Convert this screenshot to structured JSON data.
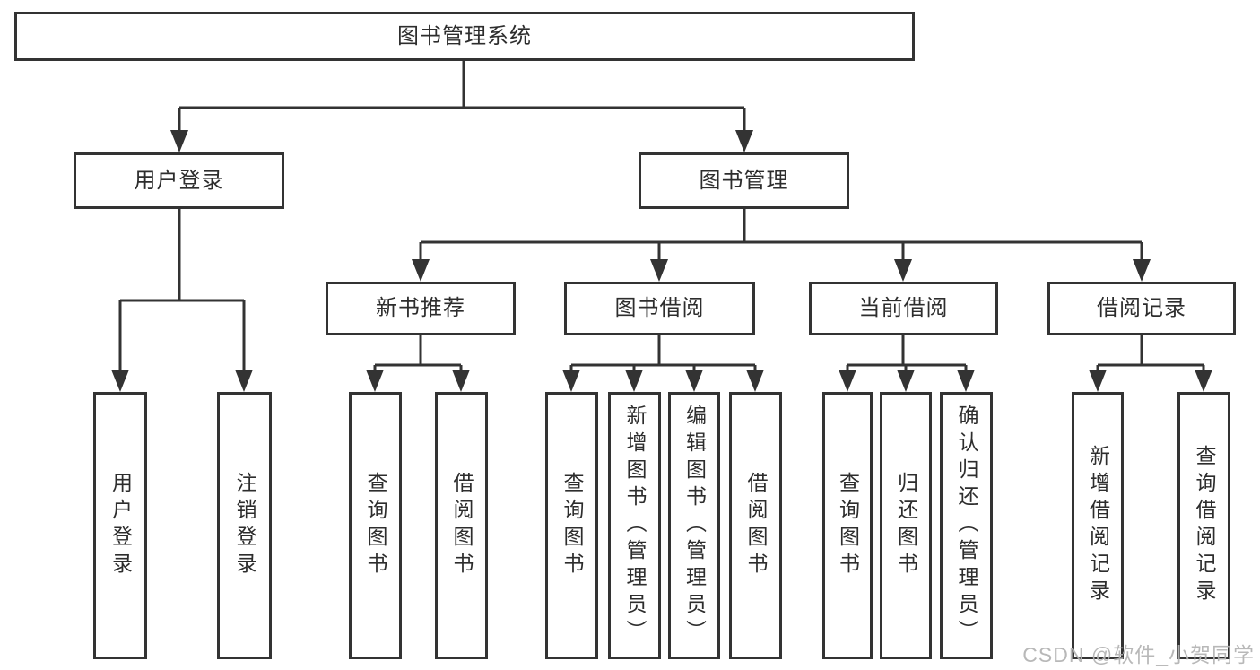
{
  "diagram": {
    "type": "hierarchy-tree",
    "title": "图书管理系统"
  },
  "colors": {
    "line": "#333333",
    "text": "#2d2d2d",
    "background": "#ffffff",
    "watermark": "#b2b2b2"
  },
  "tree": {
    "label": "图书管理系统",
    "children": [
      {
        "label": "用户登录",
        "children": [
          {
            "label": "用户登录"
          },
          {
            "label": "注销登录"
          }
        ]
      },
      {
        "label": "图书管理",
        "children": [
          {
            "label": "新书推荐",
            "children": [
              {
                "label": "查询图书"
              },
              {
                "label": "借阅图书"
              }
            ]
          },
          {
            "label": "图书借阅",
            "children": [
              {
                "label": "查询图书"
              },
              {
                "label": "新增图书（管理员）"
              },
              {
                "label": "编辑图书（管理员）"
              },
              {
                "label": "借阅图书"
              }
            ]
          },
          {
            "label": "当前借阅",
            "children": [
              {
                "label": "查询图书"
              },
              {
                "label": "归还图书"
              },
              {
                "label": "确认归还（管理员）"
              }
            ]
          },
          {
            "label": "借阅记录",
            "children": [
              {
                "label": "新增借阅记录"
              },
              {
                "label": "查询借阅记录"
              }
            ]
          }
        ]
      }
    ]
  },
  "watermark": {
    "text": "CSDN @软件_小贺同学"
  }
}
